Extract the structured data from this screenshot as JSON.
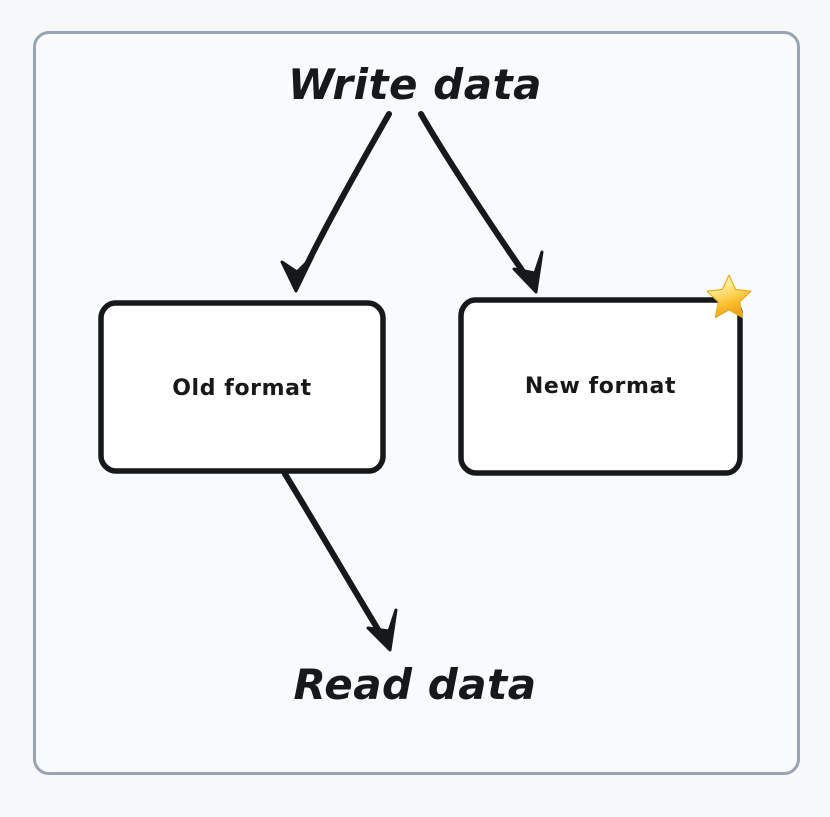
{
  "diagram": {
    "title": "Write data",
    "type": "flow-diagram",
    "background_color": "#f7f8fa",
    "frame": {
      "border_color": "#9aa3b2",
      "fill_color": "#f9fafb"
    },
    "nodes": [
      {
        "id": "write-data",
        "label": "Write data",
        "shape": "text",
        "text_color": "#17181a"
      },
      {
        "id": "old-format",
        "label": "Old format",
        "shape": "rounded-rectangle",
        "border_color": "#17181a",
        "fill_color": "#ffffff"
      },
      {
        "id": "new-format",
        "label": "New format",
        "shape": "rounded-rectangle",
        "border_color": "#17181a",
        "fill_color": "#ffffff",
        "badge": "star-emoji",
        "badge_glyph": "⭐"
      },
      {
        "id": "read-data",
        "label": "Read data",
        "shape": "text",
        "text_color": "#17181a"
      }
    ],
    "edges": [
      {
        "id": "write-to-old",
        "from": "write-data",
        "to": "old-format",
        "style": "hand-drawn-arrow",
        "color": "#17181a"
      },
      {
        "id": "write-to-new",
        "from": "write-data",
        "to": "new-format",
        "style": "hand-drawn-arrow",
        "color": "#17181a"
      },
      {
        "id": "old-to-read",
        "from": "old-format",
        "to": "read-data",
        "style": "hand-drawn-arrow",
        "color": "#17181a"
      }
    ]
  }
}
